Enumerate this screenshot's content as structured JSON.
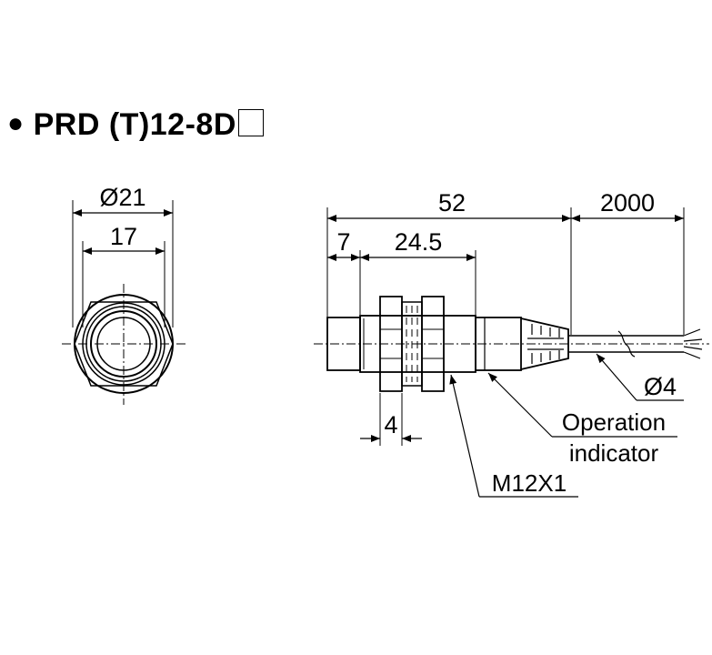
{
  "title": {
    "bullet": "●",
    "model": "PRD (T)12-8D"
  },
  "front_view": {
    "outer_diameter": "Ø21",
    "inner_width": "17"
  },
  "side_view": {
    "total_length": "52",
    "cable_length": "2000",
    "sensing_face_length": "7",
    "thread_length": "24.5",
    "nut_thickness": "4",
    "cable_diameter": "Ø4",
    "operation_indicator_line1": "Operation",
    "operation_indicator_line2": "indicator",
    "thread_spec": "M12X1"
  }
}
